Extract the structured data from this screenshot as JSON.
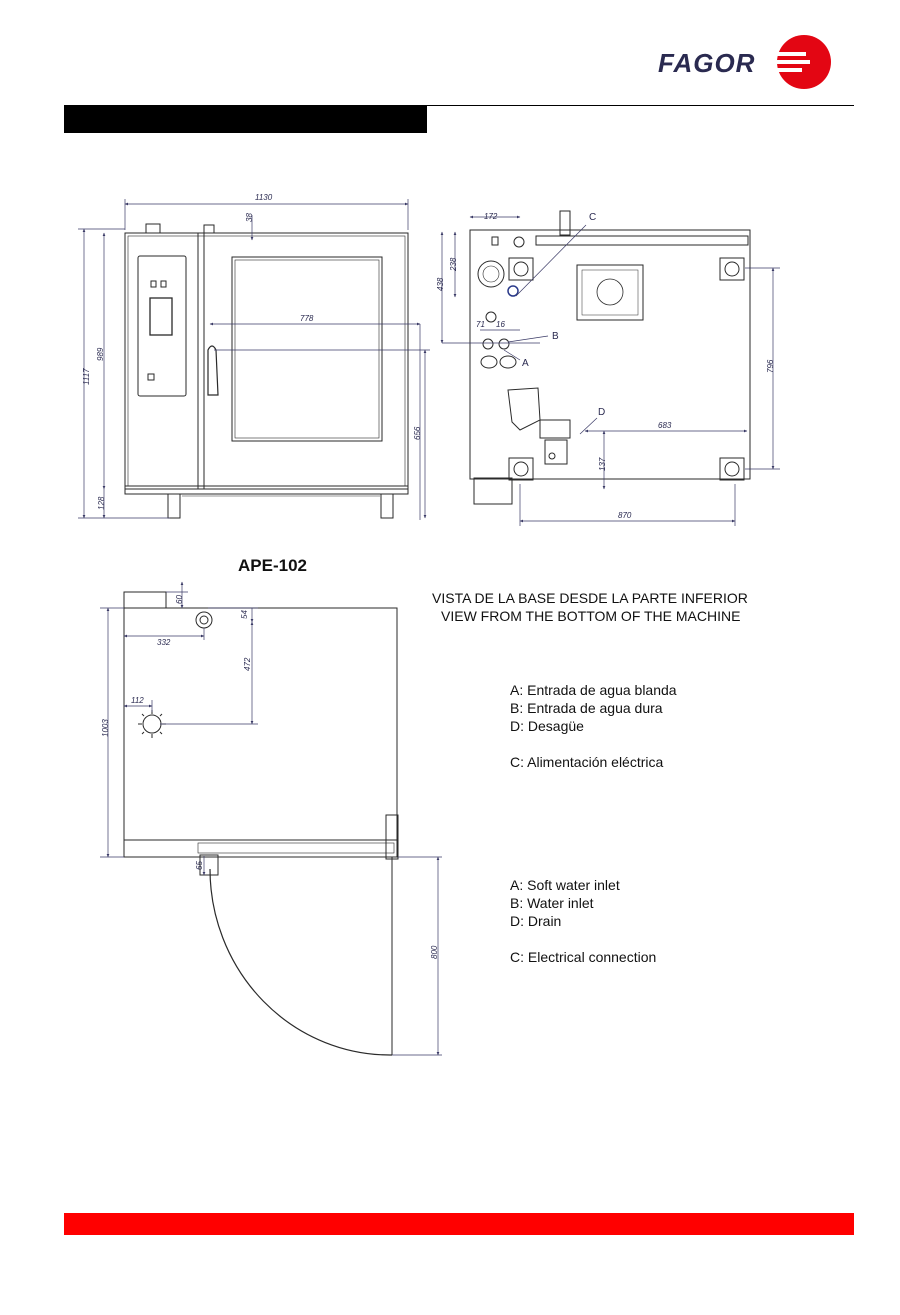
{
  "brand": {
    "name": "FAGOR",
    "accent": "#e30613"
  },
  "colors": {
    "header_bar": "#000000",
    "footer_bar": "#ff0000",
    "line": "#2a2a2a",
    "dimension": "#3a3a66"
  },
  "model": "APE-102",
  "view_title": {
    "es": "VISTA DE LA BASE DESDE LA PARTE INFERIOR",
    "en": "VIEW  FROM THE BOTTOM OF THE MACHINE"
  },
  "legend_es": [
    "A: Entrada de agua blanda",
    "B: Entrada de agua dura",
    "D: Desagüe",
    "C: Alimentación eléctrica"
  ],
  "legend_en": [
    "A: Soft water inlet",
    "B: Water inlet",
    "D: Drain",
    "C: Electrical connection"
  ],
  "front_view": {
    "dimensions": {
      "width": "1130",
      "top_offset": "38",
      "door_width": "778",
      "total_height": "1117",
      "body_height": "989",
      "feet": "128",
      "handle_height": "656"
    }
  },
  "side_view": {
    "dimensions": {
      "top": "172",
      "upper": "238",
      "connections": "438",
      "a": "71",
      "b": "16",
      "right": "796",
      "drain_width": "683",
      "drain_height": "137",
      "base_width": "870"
    },
    "labels": {
      "a": "A",
      "b": "B",
      "c": "C",
      "d": "D"
    }
  },
  "top_view": {
    "dimensions": {
      "chimney": "60",
      "outlet_y": "54",
      "outlet_x": "332",
      "outlet_depth": "472",
      "valve_x": "112",
      "depth": "1003",
      "hinge": "65",
      "door_swing": "800"
    }
  }
}
